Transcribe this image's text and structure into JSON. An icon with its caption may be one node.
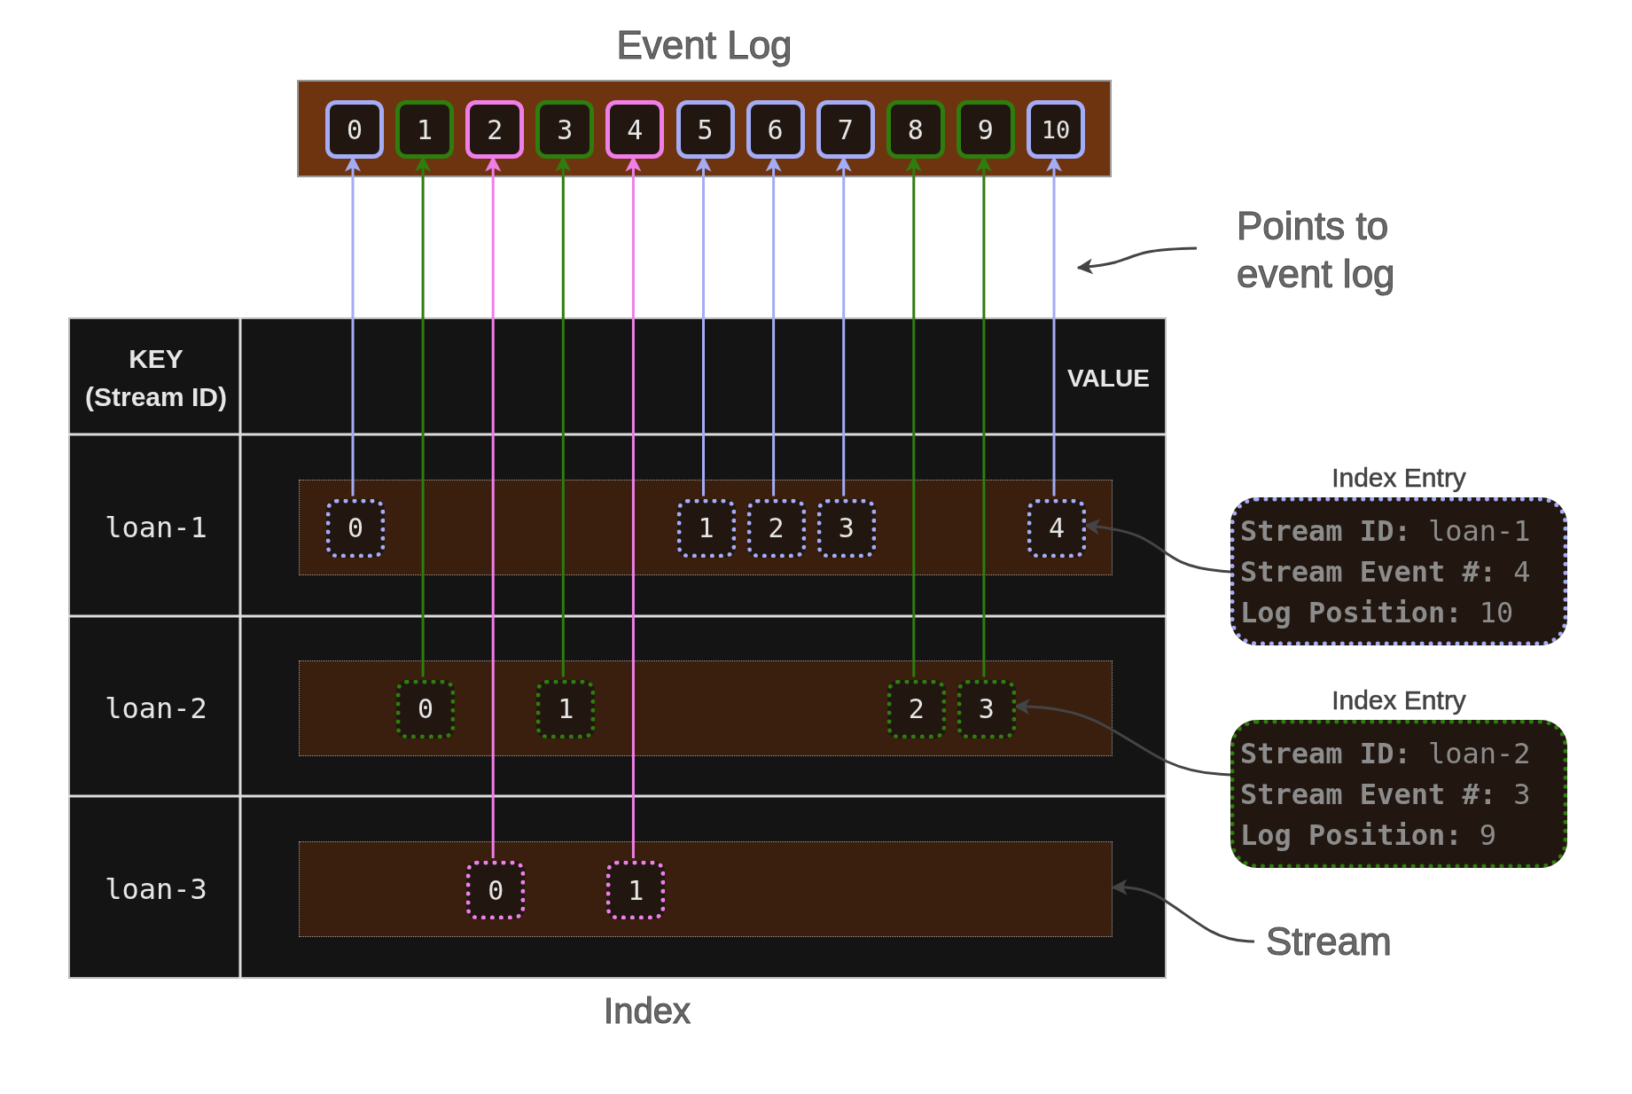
{
  "diagram": {
    "nodes": [
      {
        "text": [
          "Event Log"
        ]
      },
      {
        "text": [
          "0"
        ],
        "in": 0
      },
      {
        "text": [
          "1"
        ],
        "in": 0
      },
      {
        "text": [
          "2"
        ],
        "in": 0
      },
      {
        "text": [
          "3"
        ],
        "in": 0
      },
      {
        "text": [
          "4"
        ],
        "in": 0
      },
      {
        "text": [
          "5"
        ],
        "in": 0
      },
      {
        "text": [
          "6"
        ],
        "in": 0
      },
      {
        "text": [
          "7"
        ],
        "in": 0
      },
      {
        "text": [
          "8"
        ],
        "in": 0
      },
      {
        "text": [
          "9"
        ],
        "in": 0
      },
      {
        "text": [
          "10"
        ],
        "in": 0
      },
      {
        "text": [
          "Index"
        ]
      },
      {
        "text": [
          "KEY (Stream ID)"
        ],
        "in": 12
      },
      {
        "text": [
          "VALUE"
        ],
        "in": 12
      },
      {
        "text": [
          "loan-1"
        ],
        "in": 12
      },
      {
        "text": [],
        "shape": "bar",
        "in": 12
      },
      {
        "text": [
          "0"
        ],
        "in": 16
      },
      {
        "text": [
          "1"
        ],
        "in": 16
      },
      {
        "text": [
          "2"
        ],
        "in": 16
      },
      {
        "text": [
          "3"
        ],
        "in": 16
      },
      {
        "text": [
          "4"
        ],
        "in": 16
      },
      {
        "text": [
          "loan-2"
        ],
        "in": 12
      },
      {
        "text": [],
        "shape": "bar",
        "in": 12
      },
      {
        "text": [
          "0"
        ],
        "in": 23
      },
      {
        "text": [
          "1"
        ],
        "in": 23
      },
      {
        "text": [
          "2"
        ],
        "in": 23
      },
      {
        "text": [
          "3"
        ],
        "in": 23
      },
      {
        "text": [
          "loan-3"
        ],
        "in": 12
      },
      {
        "text": [],
        "shape": "bar",
        "in": 12
      },
      {
        "text": [
          "0"
        ],
        "in": 29
      },
      {
        "text": [
          "1"
        ],
        "in": 29
      },
      {
        "text": [
          "Points to event log"
        ]
      },
      {
        "text": [
          "Index Entry",
          "**Stream ID:** loan-1",
          "**Stream Event #:** 4",
          "**Log Position:** 10"
        ]
      },
      {
        "text": [
          "Index Entry",
          "**Stream ID:** loan-2",
          "**Stream Event #:** 3",
          "**Log Position:** 9"
        ]
      },
      {
        "text": [
          "Stream"
        ]
      }
    ],
    "edges": [
      {
        "from": 17,
        "to": 1,
        "arrow": "to",
        "color": "#a3acf5"
      },
      {
        "from": 18,
        "to": 6,
        "arrow": "to",
        "color": "#a3acf5"
      },
      {
        "from": 19,
        "to": 7,
        "arrow": "to",
        "color": "#a3acf5"
      },
      {
        "from": 20,
        "to": 8,
        "arrow": "to",
        "color": "#a3acf5"
      },
      {
        "from": 21,
        "to": 11,
        "arrow": "to",
        "color": "#a3acf5"
      },
      {
        "from": 24,
        "to": 2,
        "arrow": "to",
        "color": "#2e7d0e"
      },
      {
        "from": 25,
        "to": 4,
        "arrow": "to",
        "color": "#2e7d0e"
      },
      {
        "from": 26,
        "to": 9,
        "arrow": "to",
        "color": "#2e7d0e"
      },
      {
        "from": 27,
        "to": 10,
        "arrow": "to",
        "color": "#2e7d0e"
      },
      {
        "from": 30,
        "to": 3,
        "arrow": "to",
        "color": "#f07ee8"
      },
      {
        "from": 31,
        "to": 5,
        "arrow": "to",
        "color": "#f07ee8"
      },
      {
        "from": 32,
        "to": null,
        "arrow": "to",
        "color": "#444444"
      },
      {
        "from": 33,
        "to": 21,
        "arrow": "to",
        "color": "#444444"
      },
      {
        "from": 34,
        "to": 27,
        "arrow": "to",
        "color": "#444444"
      },
      {
        "from": 35,
        "to": 29,
        "arrow": "to",
        "color": "#444444"
      }
    ]
  }
}
